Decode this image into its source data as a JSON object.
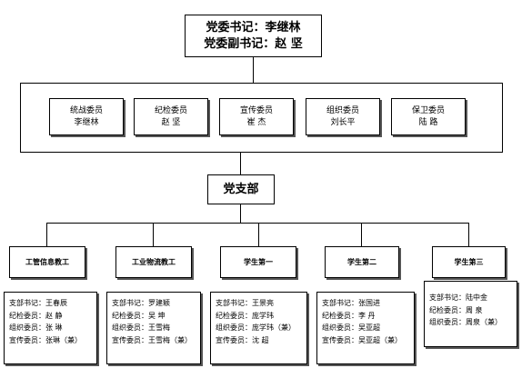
{
  "secretary": {
    "line1": "党委书记：李继林",
    "line2": "党委副书记：赵    坚"
  },
  "committee": [
    {
      "role": "统战委员",
      "name": "李继林"
    },
    {
      "role": "纪检委员",
      "name": "赵    坚"
    },
    {
      "role": "宣传委员",
      "name": "崔    杰"
    },
    {
      "role": "组织委员",
      "name": "刘长平"
    },
    {
      "role": "保卫委员",
      "name": "陆    路"
    }
  ],
  "branch": "党支部",
  "subbranches": [
    {
      "title": "工管信息教工",
      "lines": [
        "支部书记：王春辰",
        "纪检委员：赵    静",
        "组织委员：张    琳",
        "宣传委员：张琳（兼）"
      ]
    },
    {
      "title": "工业物流教工",
      "lines": [
        "支部书记：罗建颖",
        "纪检委员：吴    坤",
        "组织委员：王雪梅",
        "宣传委员：王雪梅（兼）"
      ]
    },
    {
      "title": "学生第一",
      "lines": [
        "支部书记：王景亮",
        "纪检委员：庞学玮",
        "组织委员：庞学玮（兼）",
        "宣传委员：沈    超"
      ]
    },
    {
      "title": "学生第二",
      "lines": [
        "支部书记：张国进",
        "纪检委员：李    丹",
        "组织委员：吴亚超",
        "宣传委员：吴亚超（兼）"
      ]
    },
    {
      "title": "学生第三",
      "lines": [
        "支部书记：陆中金",
        "纪检委员：周    泉",
        "组织委员：周泉（兼）"
      ]
    }
  ]
}
